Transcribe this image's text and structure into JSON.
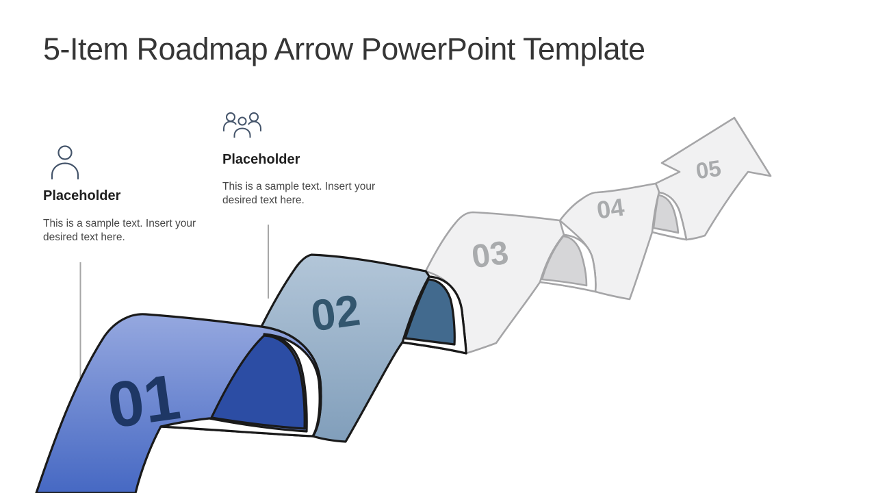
{
  "slide": {
    "title": "5-Item Roadmap Arrow PowerPoint Template",
    "title_color": "#363636",
    "background": "#FFFFFF"
  },
  "icon_color": "#44546A",
  "connector_color": "#A6A6A6",
  "placeholders": [
    {
      "icon": "person-icon",
      "heading": "Placeholder",
      "body": "This is a sample text. Insert your desired text here."
    },
    {
      "icon": "people-icon",
      "heading": "Placeholder",
      "body": "This is a sample text. Insert your desired text here."
    }
  ],
  "roadmap": {
    "items": [
      {
        "number": "01",
        "number_color": "#1E3765",
        "face_top": "#98AAE0",
        "face_bottom": "#4366C2",
        "underside": "#2C4DA4",
        "outline": "#1A1A1A"
      },
      {
        "number": "02",
        "number_color": "#33566E",
        "face_top": "#B4C7D9",
        "face_bottom": "#7E9CB9",
        "underside": "#426A8E",
        "outline": "#1A1A1A"
      },
      {
        "number": "03",
        "number_color": "#A9ABAD",
        "face": "#F1F1F2",
        "underside": "#D6D6D8",
        "outline": "#A5A5A7"
      },
      {
        "number": "04",
        "number_color": "#A9ABAD",
        "face": "#F1F1F2",
        "underside": "#D6D6D8",
        "outline": "#A5A5A7"
      },
      {
        "number": "05",
        "number_color": "#A9ABAD",
        "face": "#F1F1F2",
        "underside": "#D6D6D8",
        "outline": "#A5A5A7"
      }
    ]
  }
}
